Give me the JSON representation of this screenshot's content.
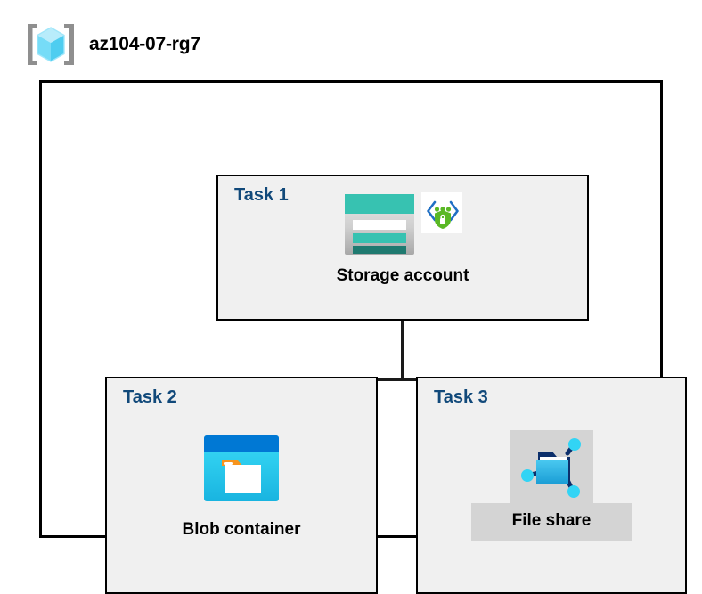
{
  "diagram": {
    "type": "azure-architecture",
    "resource_group": {
      "name": "az104-07-rg7",
      "icon": "resource-group-icon"
    },
    "tasks": [
      {
        "id": "task-1",
        "label": "Task 1",
        "node": {
          "caption": "Storage account",
          "icons": [
            "storage-account-icon",
            "storage-endpoint-security-icon"
          ],
          "selected": false
        }
      },
      {
        "id": "task-2",
        "label": "Task 2",
        "node": {
          "caption": "Blob container",
          "icons": [
            "blob-container-icon"
          ],
          "selected": false
        }
      },
      {
        "id": "task-3",
        "label": "Task 3",
        "node": {
          "caption": "File share",
          "icons": [
            "file-share-icon"
          ],
          "selected": true
        }
      }
    ],
    "connections": [
      {
        "from": "Storage account",
        "to": "Blob container"
      },
      {
        "from": "Storage account",
        "to": "File share"
      }
    ],
    "colors": {
      "task_label": "#11497a",
      "task_box_fill": "#f0f0f0",
      "border": "#000000",
      "selection_highlight": "#d4d4d4",
      "storage_teal": "#37c2b1",
      "storage_teal_dark": "#1f7a70",
      "blob_blue": "#0078d4",
      "blob_cyan": "#32d4f5",
      "blob_tab_orange": "#f7941e",
      "share_navy": "#0c2f6b",
      "share_cyan": "#32d4f5",
      "shield_green": "#5ab825",
      "cube_cyan": "#9ee8fb",
      "bracket_gray": "#8f8f8f"
    }
  }
}
